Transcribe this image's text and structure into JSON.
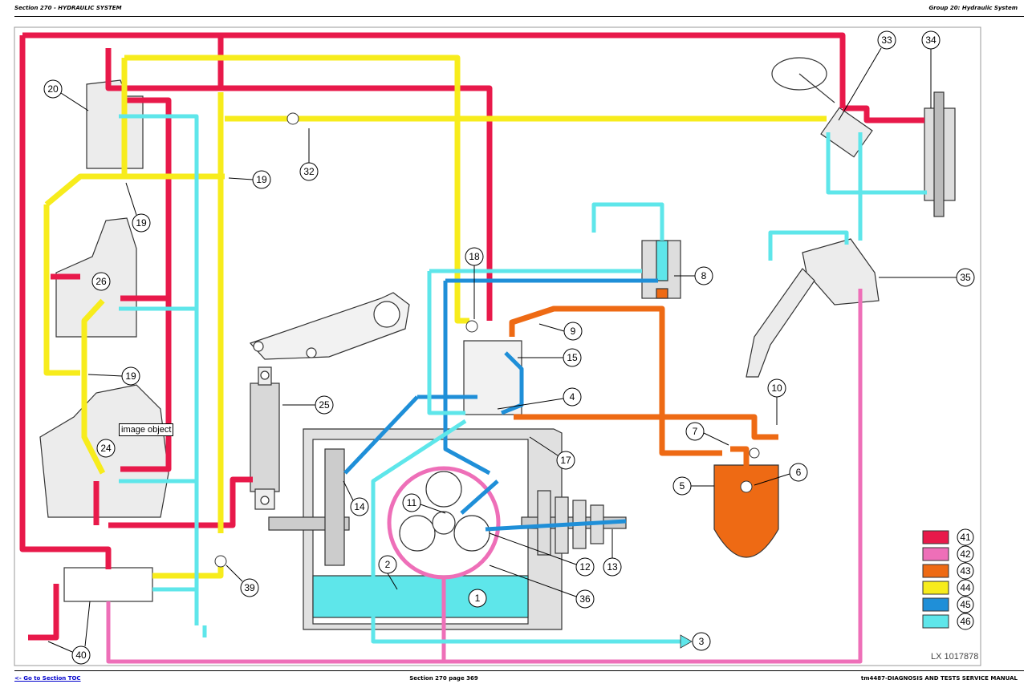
{
  "header": {
    "section": "Section 270 - HYDRAULIC SYSTEM",
    "group": "Group 20: Hydraulic System"
  },
  "footer": {
    "toc_link": "<- Go to Section TOC",
    "page": "Section 270 page 369",
    "manual": "tm4487-DIAGNOSIS AND TESTS SERVICE MANUAL"
  },
  "figure": {
    "id": "LX 1017878",
    "image_object_label": "image object",
    "callouts": [
      "1",
      "2",
      "3",
      "4",
      "5",
      "6",
      "7",
      "8",
      "9",
      "10",
      "11",
      "12",
      "13",
      "14",
      "15",
      "17",
      "18",
      "19",
      "19",
      "19",
      "20",
      "24",
      "25",
      "26",
      "32",
      "33",
      "34",
      "35",
      "36",
      "39",
      "40"
    ]
  },
  "legend": [
    {
      "number": "41",
      "color": "#e8194a"
    },
    {
      "number": "42",
      "color": "#ee6fb8"
    },
    {
      "number": "43",
      "color": "#ee6a14"
    },
    {
      "number": "44",
      "color": "#f7ec1c"
    },
    {
      "number": "45",
      "color": "#1f8fd8"
    },
    {
      "number": "46",
      "color": "#5ee6ea"
    }
  ],
  "colors": {
    "pressure_red": "#e8194a",
    "return_pink": "#ee6fb8",
    "orange": "#ee6a14",
    "yellow": "#f7ec1c",
    "blue": "#1f8fd8",
    "cyan": "#5ee6ea"
  }
}
